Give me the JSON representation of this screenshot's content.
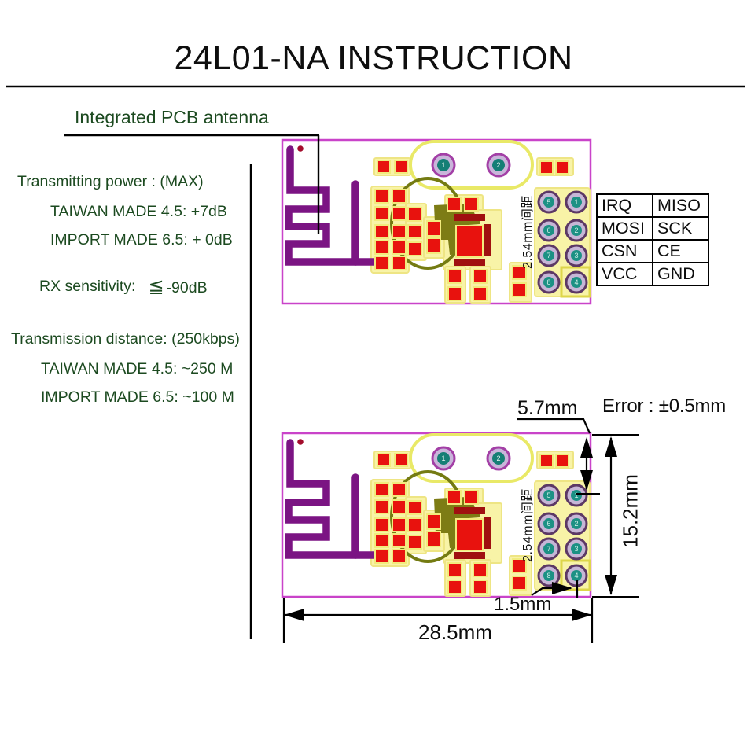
{
  "title": "24L01-NA INSTRUCTION",
  "antenna_label": "Integrated PCB antenna",
  "specs": {
    "tx_power_heading": "Transmitting power : (MAX)",
    "tx_taiwan": "TAIWAN MADE 4.5: +7dB",
    "tx_import": "IMPORT MADE 6.5: + 0dB",
    "rx_label": "RX sensitivity:",
    "rx_symbol": "≦",
    "rx_value": "-90dB",
    "dist_heading": "Transmission distance: (250kbps)",
    "dist_taiwan": "TAIWAN MADE 4.5: ~250 M",
    "dist_import": "IMPORT MADE 6.5: ~100 M"
  },
  "pin_table": {
    "rows": [
      [
        "IRQ",
        "MISO"
      ],
      [
        "MOSI",
        "SCK"
      ],
      [
        "CSN",
        "CE"
      ],
      [
        "VCC",
        "GND"
      ]
    ]
  },
  "pcb": {
    "pitch_label": "2.54mm间距",
    "header_pin_numbers": {
      "left": [
        "5",
        "6",
        "7",
        "8"
      ],
      "right": [
        "1",
        "2",
        "3",
        "4"
      ]
    },
    "stadium_pad_numbers": [
      "1",
      "2"
    ]
  },
  "dimensions": {
    "pad_to_top_edge": "5.7mm",
    "tolerance": "Error : ±0.5mm",
    "board_height": "15.2mm",
    "pad_to_right_edge": "1.5mm",
    "board_width": "28.5mm"
  },
  "colors": {
    "spec_text_green": "#1c4a20",
    "board_outline_magenta": "#c943c9",
    "antenna_purple": "#7b1483",
    "pad_red": "#e8120e",
    "silk_yellow": "#f8f3a7",
    "hole_teal": "#1c9184",
    "hole_ring_lavender": "#c6b6d6",
    "olive_copper": "#7d7c15",
    "line_black": "#000000"
  }
}
